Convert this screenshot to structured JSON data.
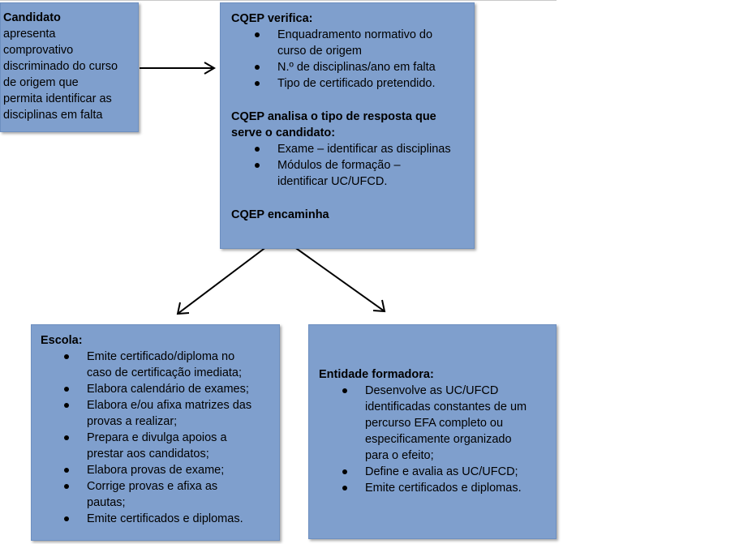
{
  "candidato": {
    "title": "Candidato",
    "lines": [
      "apresenta",
      "comprovativo",
      "discriminado do curso",
      "de origem que",
      "permita identificar as",
      "disciplinas em falta"
    ]
  },
  "cqep": {
    "verifica_title": "CQEP verifica:",
    "verifica_items": [
      [
        "Enquadramento normativo do",
        "curso de origem"
      ],
      [
        "N.º de disciplinas/ano  em falta"
      ],
      [
        "Tipo de certificado pretendido."
      ]
    ],
    "analisa_title": [
      "CQEP analisa o tipo de resposta que",
      "serve o candidato:"
    ],
    "analisa_items": [
      [
        "Exame – identificar as disciplinas"
      ],
      [
        "Módulos de formação –",
        "identificar UC/UFCD."
      ]
    ],
    "encaminha_title": "CQEP encaminha"
  },
  "escola": {
    "title": "Escola:",
    "items": [
      [
        "Emite certificado/diploma  no",
        "caso de certificação imediata;"
      ],
      [
        "Elabora calendário de exames;"
      ],
      [
        "Elabora e/ou afixa matrizes das",
        "provas a realizar;"
      ],
      [
        "Prepara e divulga apoios a",
        "prestar aos candidatos;"
      ],
      [
        "Elabora provas de exame;"
      ],
      [
        "Corrige provas e afixa as",
        "pautas;"
      ],
      [
        "Emite certificados  e diplomas."
      ]
    ]
  },
  "entidade": {
    "title": "Entidade formadora:",
    "items": [
      [
        "Desenvolve as UC/UFCD",
        "identificadas constantes de um",
        "percurso EFA completo ou",
        "especificamente  organizado",
        "para o efeito;"
      ],
      [
        "Define e avalia as UC/UFCD;"
      ],
      [
        "Emite certificados  e diplomas."
      ]
    ]
  }
}
